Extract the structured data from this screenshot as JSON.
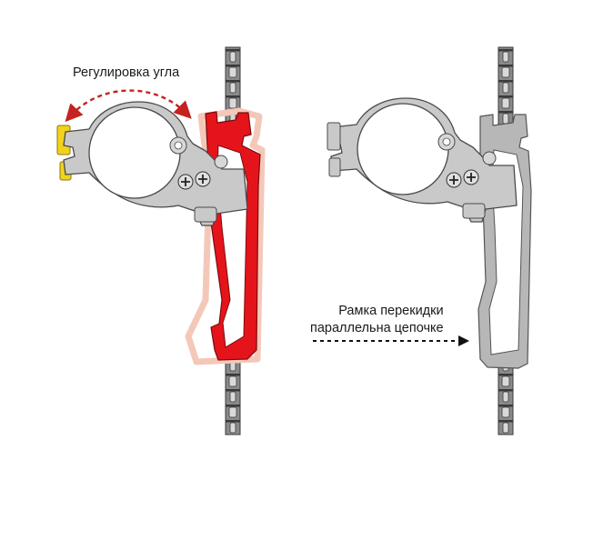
{
  "labels": {
    "angle_adjustment": "Регулировка угла",
    "frame_line1": "Рамка перекидки",
    "frame_line2": "параллельна цепочке"
  },
  "colors": {
    "background": "#ffffff",
    "chain_outer": "#8a8a8a",
    "chain_dark": "#3a3a3a",
    "chain_light": "#d9d9d9",
    "derailleur_body": "#c7c7c7",
    "derailleur_outline": "#555555",
    "cage_highlight": "#e5141b",
    "cage_ghost": "#f4c8b8",
    "cage_grey": "#b5b5b5",
    "bolt_yellow": "#f3d21c",
    "arrow_red": "#c4231f",
    "arrow_black": "#111111"
  },
  "panels": [
    {
      "name": "left",
      "state": "angle-adjustment"
    },
    {
      "name": "right",
      "state": "parallel-to-chain"
    }
  ]
}
